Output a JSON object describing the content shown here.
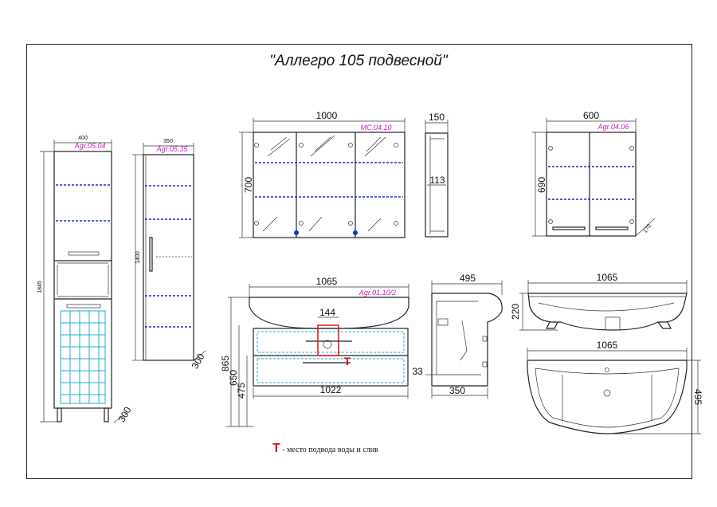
{
  "title": "\"Аллегро 105 подвесной\"",
  "legend": {
    "mark": "T",
    "text": " - место подвода воды и слив"
  },
  "colors": {
    "outline": "#222222",
    "shelf": "#1a2bd6",
    "code": "#c020c0",
    "basket": "#22a8d8",
    "water_point": "#e01010"
  },
  "pencil_tall": {
    "code": "Agr.05.04",
    "width": "400",
    "height": "1845",
    "depth": "300"
  },
  "pencil_slim": {
    "code": "Agr.05.35",
    "width": "350",
    "height": "1400",
    "depth": "300"
  },
  "mirror_cabinet": {
    "code": "MC.04.10",
    "width": "1000",
    "height": "700",
    "side_depth": "150",
    "side_inner": "113"
  },
  "small_cabinet": {
    "code": "Agr.04.06",
    "width": "600",
    "height": "690",
    "depth": "170"
  },
  "vanity": {
    "code": "Agr.01.10/2",
    "width": "1065",
    "inner_width": "1022",
    "cutout": "144",
    "h_total": "865",
    "h_650": "650",
    "h_475": "475",
    "water_mark": "T"
  },
  "vanity_side": {
    "depth": "495",
    "body_depth": "350",
    "offset": "33"
  },
  "basin_front": {
    "width": "1065",
    "height": "220"
  },
  "basin_top": {
    "width": "1065",
    "depth": "495"
  }
}
